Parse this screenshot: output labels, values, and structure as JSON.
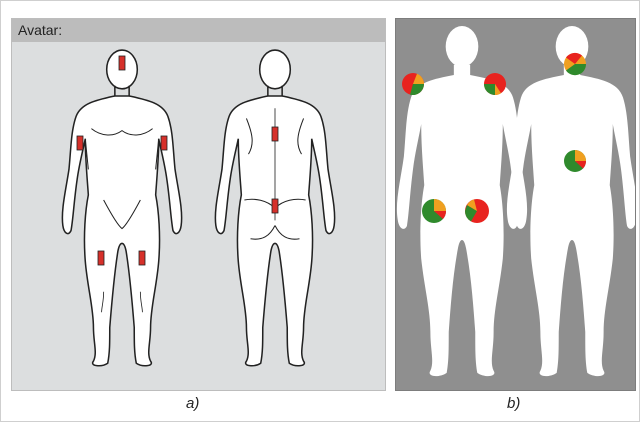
{
  "panel_a": {
    "title": "Avatar:",
    "caption": "a)",
    "marker_color": "#d6302a"
  },
  "panel_b": {
    "caption": "b)",
    "pie_colors": [
      "#e8231f",
      "#2f8a2c",
      "#f0a020"
    ]
  }
}
